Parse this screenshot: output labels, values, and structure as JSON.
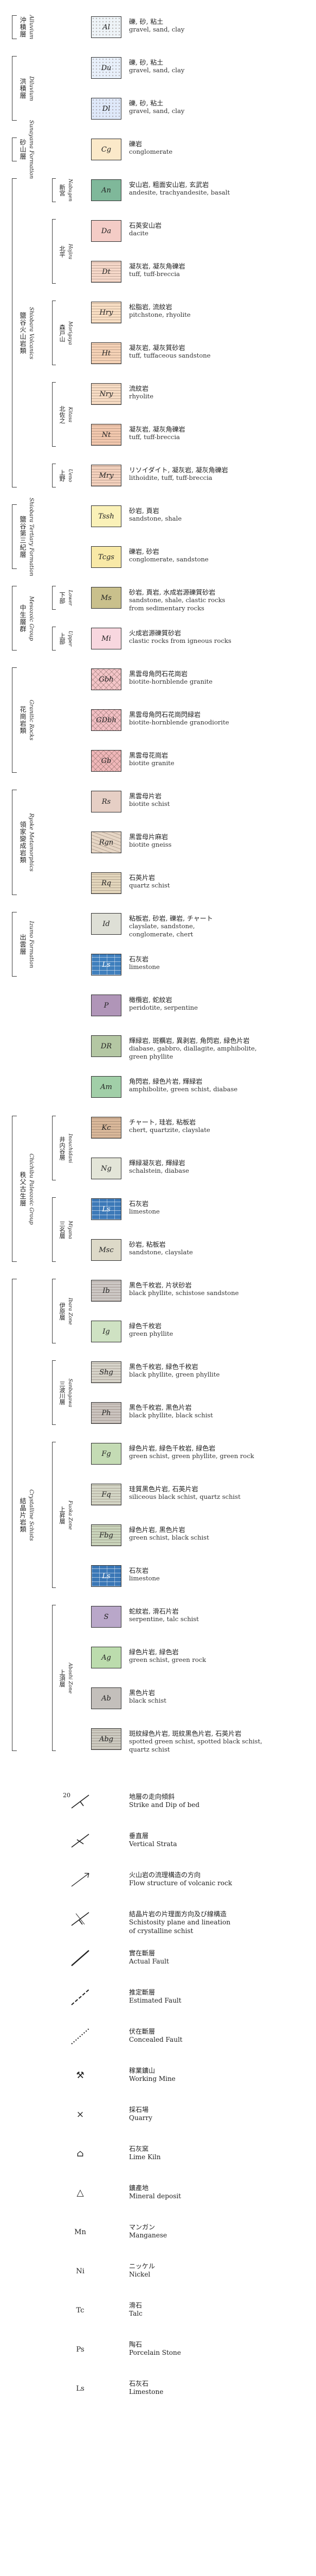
{
  "rows": [
    {
      "id": "Al",
      "fill": "#eef4f8",
      "pat": "dots",
      "d1": "礫, 砂, 粘土",
      "d2": "gravel, sand, clay"
    },
    {
      "id": "Du",
      "fill": "#e8f0fb",
      "pat": "dots",
      "d1": "礫, 砂, 粘土",
      "d2": "gravel, sand, clay"
    },
    {
      "id": "Dl",
      "fill": "#dfe9fa",
      "pat": "dots",
      "d1": "礫, 砂, 粘土",
      "d2": "gravel, sand, clay"
    },
    {
      "id": "Cg",
      "fill": "#fbe9c9",
      "pat": "none",
      "d1": "礫岩",
      "d2": "conglomerate"
    },
    {
      "id": "An",
      "fill": "#7fb89a",
      "pat": "none",
      "d1": "安山岩, 粗面安山岩, 玄武岩",
      "d2": "andesite, trachyandesite, basalt"
    },
    {
      "id": "Da",
      "fill": "#f4ccc6",
      "pat": "none",
      "d1": "石英安山岩",
      "d2": "dacite"
    },
    {
      "id": "Dt",
      "fill": "#f6d8c9",
      "pat": "hlines",
      "d1": "凝灰岩, 凝灰角礫岩",
      "d2": "tuff, tuff-breccia"
    },
    {
      "id": "Hry",
      "fill": "#f9dfc4",
      "pat": "hlines",
      "d1": "松脂岩, 流紋岩",
      "d2": "pitchstone, rhyolite"
    },
    {
      "id": "Ht",
      "fill": "#f5d2b6",
      "pat": "hlines",
      "d1": "凝灰岩, 凝灰質砂岩",
      "d2": "tuff, tuffaceous sandstone"
    },
    {
      "id": "Nry",
      "fill": "#f7dcc4",
      "pat": "hlines",
      "d1": "流紋岩",
      "d2": "rhyolite"
    },
    {
      "id": "Nt",
      "fill": "#f2c8ae",
      "pat": "hlines",
      "d1": "凝灰岩, 凝灰角礫岩",
      "d2": "tuff, tuff-breccia"
    },
    {
      "id": "Mry",
      "fill": "#f3d1bd",
      "pat": "hlines",
      "d1": "リソイダイト, 凝灰岩, 凝灰角礫岩",
      "d2": "lithoidite, tuff, tuff-breccia"
    },
    {
      "id": "Tssh",
      "fill": "#faf1b8",
      "pat": "none",
      "d1": "砂岩, 頁岩",
      "d2": "sandstone, shale"
    },
    {
      "id": "Tcgs",
      "fill": "#f8e9a7",
      "pat": "none",
      "d1": "礫岩, 砂岩",
      "d2": "conglomerate, sandstone"
    },
    {
      "id": "Ms",
      "fill": "#c9c08c",
      "pat": "none",
      "d1": "砂岩, 頁岩, 水成岩源礫質砂岩",
      "d2": "sandstone, shale, clastic rocks",
      "d3": "from sedimentary rocks"
    },
    {
      "id": "Mi",
      "fill": "#f8d7df",
      "pat": "none",
      "d1": "火成岩源礫質砂岩",
      "d2": "clastic rocks from igneous rocks"
    },
    {
      "id": "Gbh",
      "fill": "#f4c5c8",
      "pat": "cross",
      "d1": "黒雲母角閃石花崗岩",
      "d2": "biotite-hornblende granite"
    },
    {
      "id": "GDbh",
      "fill": "#f2bfc4",
      "pat": "cross",
      "d1": "黒雲母角閃石花崗閃緑岩",
      "d2": "biotite-hornblende granodiorite"
    },
    {
      "id": "Gb",
      "fill": "#f0b7b9",
      "pat": "cross",
      "d1": "黒雲母花崗岩",
      "d2": "biotite granite"
    },
    {
      "id": "Rs",
      "fill": "#e6cfc5",
      "pat": "none",
      "d1": "黒雲母片岩",
      "d2": "biotite schist"
    },
    {
      "id": "Rgn",
      "fill": "#e6d6c5",
      "pat": "wave",
      "d1": "黒雲母片麻岩",
      "d2": "biotite gneiss"
    },
    {
      "id": "Rq",
      "fill": "#e3d6bc",
      "pat": "hlines",
      "d1": "石英片岩",
      "d2": "quartz schist"
    },
    {
      "id": "Id",
      "fill": "#dedfd6",
      "pat": "none",
      "d1": "粘板岩, 砂岩, 礫岩, チャート",
      "d2": "clayslate, sandstone,",
      "d3": "conglomerate, chert"
    },
    {
      "id": "Ls",
      "fill": "#3f7fbd",
      "pat": "bricks",
      "d1": "石灰岩",
      "d2": "limestone",
      "light": true
    },
    {
      "id": "P",
      "fill": "#b095b8",
      "pat": "none",
      "d1": "橄欖岩, 蛇紋岩",
      "d2": "peridotite, serpentine"
    },
    {
      "id": "DR",
      "fill": "#b4c7a3",
      "pat": "none",
      "d1": "輝緑岩, 斑糲岩, 異剥岩, 角閃岩, 緑色片岩",
      "d2": "diabase, gabbro, diallagite, amphibolite,",
      "d3": "green phyllite"
    },
    {
      "id": "Am",
      "fill": "#a1cfa8",
      "pat": "none",
      "d1": "角閃岩, 緑色片岩, 輝緑岩",
      "d2": "amphibolite, green schist, diabase"
    },
    {
      "id": "Kc",
      "fill": "#d9b89a",
      "pat": "hlines",
      "d1": "チャート, 珪岩, 粘板岩",
      "d2": "chert, quartzite, clayslate"
    },
    {
      "id": "Ng",
      "fill": "#e3e5d8",
      "pat": "none",
      "d1": "輝緑凝灰岩, 輝緑岩",
      "d2": "schalstein, diabase"
    },
    {
      "id": "Ls",
      "fill": "#3c79b8",
      "pat": "bricks",
      "d1": "石灰岩",
      "d2": "limestone",
      "light": true
    },
    {
      "id": "Msc",
      "fill": "#ddd9c8",
      "pat": "none",
      "d1": "砂岩, 粘板岩",
      "d2": "sandstone, clayslate"
    },
    {
      "id": "Ib",
      "fill": "#cdc8c5",
      "pat": "hlines",
      "d1": "黒色千枚岩, 片状砂岩",
      "d2": "black phyllite, schistose sandstone"
    },
    {
      "id": "Ig",
      "fill": "#cfe2c3",
      "pat": "none",
      "d1": "緑色千枚岩",
      "d2": "green phyllite"
    },
    {
      "id": "Shg",
      "fill": "#d6d3c9",
      "pat": "hlines",
      "d1": "黒色千枚岩, 緑色千枚岩",
      "d2": "black phyllite, green phyllite"
    },
    {
      "id": "Ph",
      "fill": "#cbc4bf",
      "pat": "hlines",
      "d1": "黒色千枚岩, 黒色片岩",
      "d2": "black phyllite, black schist"
    },
    {
      "id": "Fg",
      "fill": "#c4dbb4",
      "pat": "none",
      "d1": "緑色片岩, 緑色千枚岩, 緑色岩",
      "d2": "green schist, green phyllite, green rock"
    },
    {
      "id": "Fq",
      "fill": "#d4d6c6",
      "pat": "hlines",
      "d1": "珪質黒色片岩, 石英片岩",
      "d2": "siliceous black schist, quartz schist"
    },
    {
      "id": "Fbg",
      "fill": "#c9d4bb",
      "pat": "hlines",
      "d1": "緑色片岩, 黒色片岩",
      "d2": "green schist, black schist"
    },
    {
      "id": "Ls",
      "fill": "#3a77b6",
      "pat": "bricks",
      "d1": "石灰岩",
      "d2": "limestone",
      "light": true
    },
    {
      "id": "S",
      "fill": "#b9a7c9",
      "pat": "none",
      "d1": "蛇紋岩, 滑石片岩",
      "d2": "serpentine, talc schist"
    },
    {
      "id": "Ag",
      "fill": "#bcdcad",
      "pat": "none",
      "d1": "緑色片岩, 緑色岩",
      "d2": "green schist, green rock"
    },
    {
      "id": "Ab",
      "fill": "#c3bfbb",
      "pat": "none",
      "d1": "黒色片岩",
      "d2": "black schist"
    },
    {
      "id": "Abg",
      "fill": "#cccac0",
      "pat": "hlines",
      "d1": "斑紋緑色片岩, 斑紋黒色片岩, 石英片岩",
      "d2": "spotted green schist, spotted black schist,",
      "d3": "quartz schist"
    }
  ],
  "groups": [
    {
      "ja": "沖積層",
      "en": "Alluvium",
      "from": 0,
      "to": 0
    },
    {
      "ja": "洪積層",
      "en": "Diluvium",
      "from": 1,
      "to": 2
    },
    {
      "ja": "砂山層",
      "en": "Sunayama Formation",
      "from": 3,
      "to": 3
    },
    {
      "ja": "鹽谷火山岩類",
      "en": "Shiobara Volcanics",
      "from": 4,
      "to": 11
    },
    {
      "ja": "鹽谷第三紀層",
      "en": "Shiobara Tertiary Formation",
      "from": 12,
      "to": 13
    },
    {
      "ja": "中生層群",
      "en": "Mesozoic Group",
      "from": 14,
      "to": 15
    },
    {
      "ja": "花崗岩類",
      "en": "Granitic Rocks",
      "from": 16,
      "to": 18
    },
    {
      "ja": "領家變成岩類",
      "en": "Ryoke Metamorphics",
      "from": 19,
      "to": 21
    },
    {
      "ja": "出雲層",
      "en": "Izumo Formation",
      "from": 22,
      "to": 23
    },
    {
      "ja": "秩父古生層",
      "en": "Chichibu Paleozoic Group",
      "from": 27,
      "to": 30
    },
    {
      "ja": "結晶片岩類",
      "en": "Crystalline Schists",
      "from": 31,
      "to": 42
    }
  ],
  "subgroups": [
    {
      "ja": "新宮",
      "en": "Nabugen",
      "from": 4,
      "to": 4
    },
    {
      "ja": "北平",
      "en": "Hojira",
      "from": 5,
      "to": 6
    },
    {
      "ja": "森戸山",
      "en": "Morigaya",
      "from": 7,
      "to": 8
    },
    {
      "ja": "北佐之",
      "en": "Kitasa",
      "from": 9,
      "to": 10
    },
    {
      "ja": "上野",
      "en": "Ueno",
      "from": 11,
      "to": 11
    },
    {
      "ja": "下部",
      "en": "Lower",
      "from": 14,
      "to": 14
    },
    {
      "ja": "上部",
      "en": "Upper",
      "from": 15,
      "to": 15
    },
    {
      "ja": "井内谷層",
      "en": "Inouchidani",
      "from": 27,
      "to": 28
    },
    {
      "ja": "三名層",
      "en": "Miyana",
      "from": 29,
      "to": 30
    },
    {
      "ja": "伊原層",
      "en": "Ibara Zone",
      "from": 31,
      "to": 32
    },
    {
      "ja": "三波川層",
      "en": "Sanbagawa",
      "from": 33,
      "to": 34
    },
    {
      "ja": "上昇層",
      "en": "Fuoka Zone",
      "from": 35,
      "to": 38
    },
    {
      "ja": "上須層",
      "en": "Aboshi Zone",
      "from": 39,
      "to": 42
    }
  ],
  "symbols": [
    {
      "kind": "strike",
      "label": "20",
      "d1": "地層の走向傾斜",
      "d2": "Strike and Dip of bed"
    },
    {
      "kind": "vertical",
      "label": "",
      "d1": "垂直層",
      "d2": "Vertical Strata"
    },
    {
      "kind": "flow",
      "label": "",
      "d1": "火山岩の流理構造の方向",
      "d2": "Flow structure of volcanic rock"
    },
    {
      "kind": "schist",
      "label": "",
      "d1": "結晶片岩の片理面方向及び線構造",
      "d2": "Schistosity plane and lineation",
      "d3": "of crystalline schist"
    },
    {
      "kind": "fault",
      "label": "",
      "d1": "實在斷層",
      "d2": "Actual Fault"
    },
    {
      "kind": "efault",
      "label": "",
      "d1": "推定斷層",
      "d2": "Estimated Fault"
    },
    {
      "kind": "cfault",
      "label": "",
      "d1": "伏在斷層",
      "d2": "Concealed Fault"
    },
    {
      "kind": "mine",
      "label": "⚒",
      "d1": "稼業鑛山",
      "d2": "Working Mine"
    },
    {
      "kind": "quarry",
      "label": "×",
      "d1": "採石場",
      "d2": "Quarry"
    },
    {
      "kind": "kiln",
      "label": "⌂",
      "d1": "石灰窯",
      "d2": "Lime Kiln"
    },
    {
      "kind": "mineral",
      "label": "△",
      "d1": "鑛產地",
      "d2": "Mineral deposit"
    },
    {
      "kind": "text",
      "label": "Mn",
      "d1": "マンガン",
      "d2": "Manganese"
    },
    {
      "kind": "text",
      "label": "Ni",
      "d1": "ニッケル",
      "d2": "Nickel"
    },
    {
      "kind": "text",
      "label": "Tc",
      "d1": "滑石",
      "d2": "Talc"
    },
    {
      "kind": "text",
      "label": "Ps",
      "d1": "陶石",
      "d2": "Porcelain Stone"
    },
    {
      "kind": "text",
      "label": "Ls",
      "d1": "石灰石",
      "d2": "Limestone"
    }
  ]
}
